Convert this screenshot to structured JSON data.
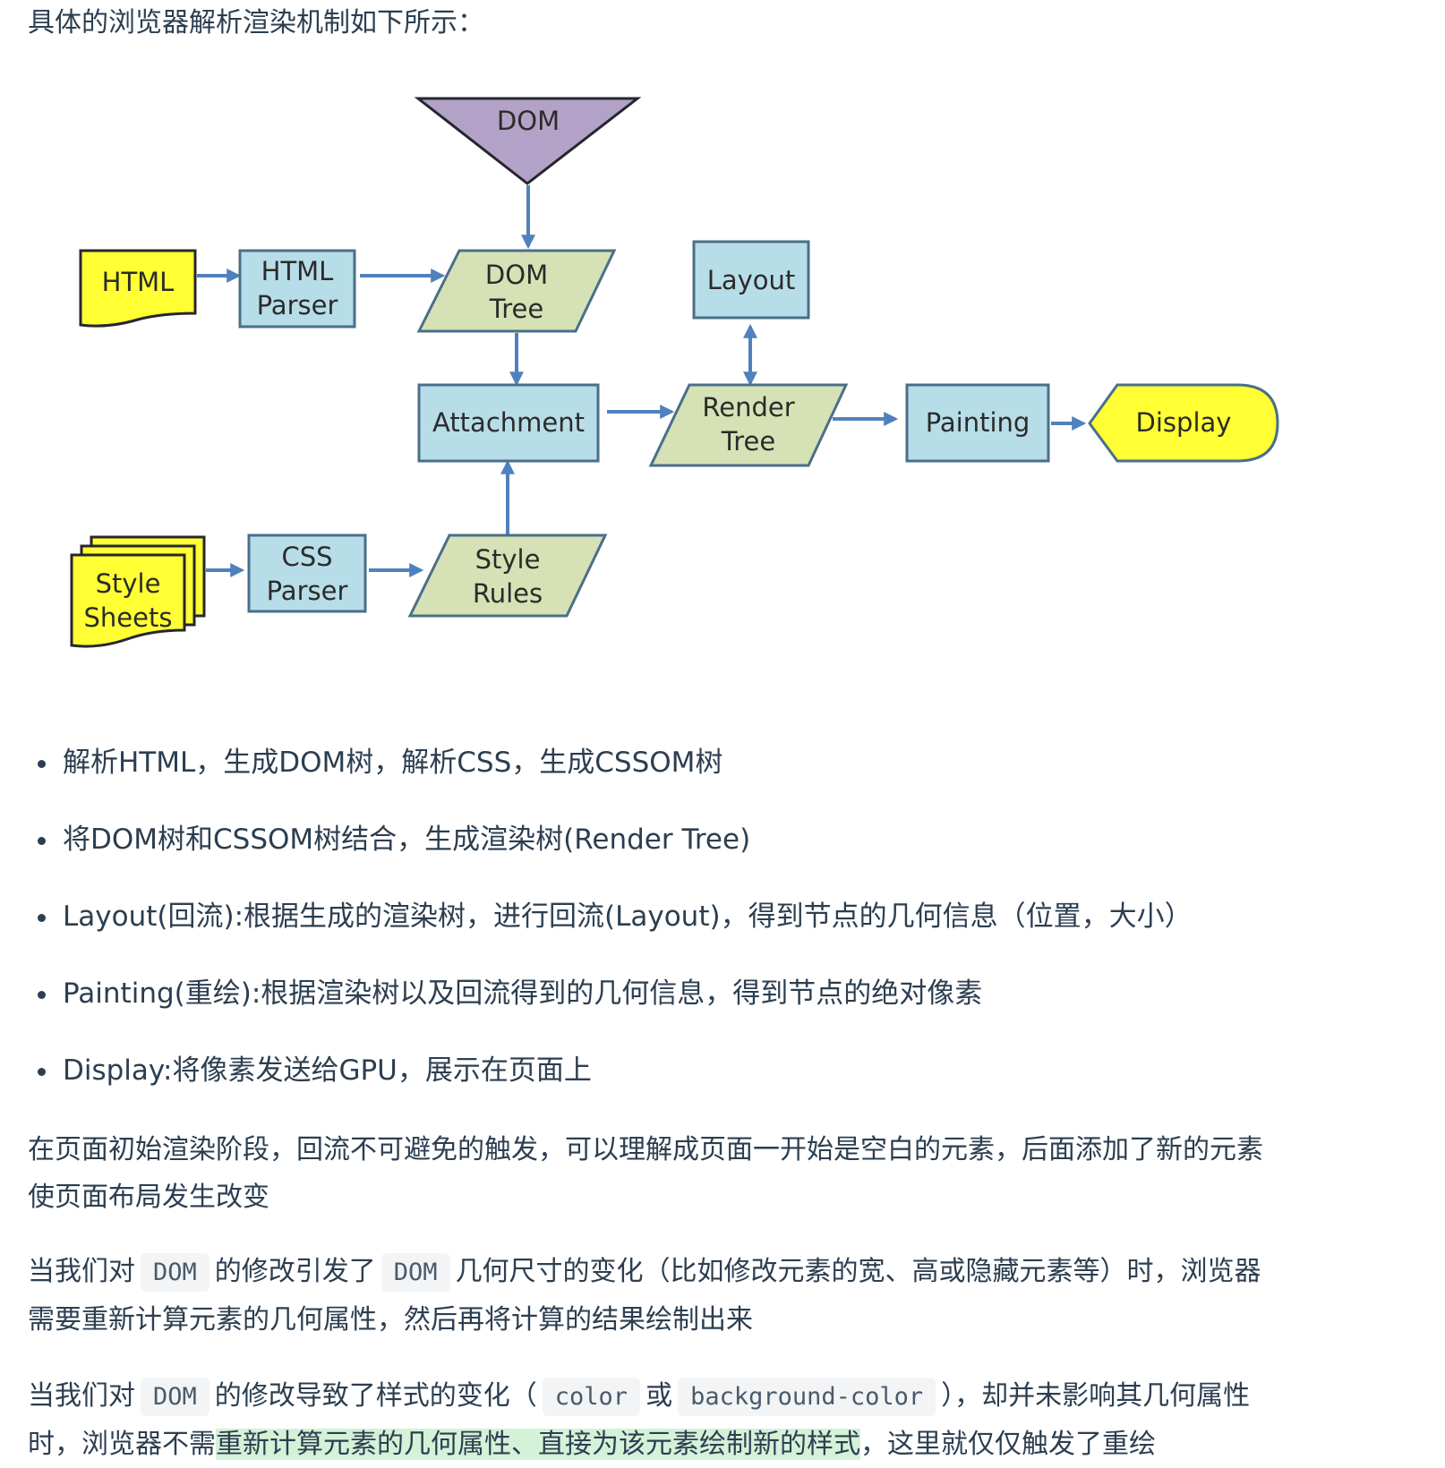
{
  "intro": "具体的浏览器解析渲染机制如下所示：",
  "diagram": {
    "nodes": {
      "dom": "DOM",
      "html_doc": "HTML",
      "html_parser": [
        "HTML",
        "Parser"
      ],
      "dom_tree": [
        "DOM",
        "Tree"
      ],
      "layout": "Layout",
      "attachment": "Attachment",
      "render_tree": [
        "Render",
        "Tree"
      ],
      "painting": "Painting",
      "display": "Display",
      "style_sheets": [
        "Style",
        "Sheets"
      ],
      "css_parser": [
        "CSS",
        "Parser"
      ],
      "style_rules": [
        "Style",
        "Rules"
      ]
    },
    "colors": {
      "arrow": "#4f81bd",
      "box_fill": "#b7dde8",
      "para_fill": "#d6e2b5",
      "doc_fill": "#ffff33",
      "dom_fill": "#b3a2c7",
      "stroke": "#4a6f8a"
    }
  },
  "bullets": [
    "解析HTML，生成DOM树，解析CSS，生成CSSOM树",
    "将DOM树和CSSOM树结合，生成渲染树(Render Tree)",
    "Layout(回流):根据生成的渲染树，进行回流(Layout)，得到节点的几何信息（位置，大小）",
    "Painting(重绘):根据渲染树以及回流得到的几何信息，得到节点的绝对像素",
    "Display:将像素发送给GPU，展示在页面上"
  ],
  "para1": {
    "line1": "在页面初始渲染阶段，回流不可避免的触发，可以理解成页面一开始是空白的元素，后面添加了新的元素",
    "line2": "使页面布局发生改变"
  },
  "para2": {
    "t1": "当我们对",
    "c1": "DOM",
    "t2": "的修改引发了",
    "c2": "DOM",
    "t3": "几何尺寸的变化（比如修改元素的宽、高或隐藏元素等）时，浏览器",
    "line2": "需要重新计算元素的几何属性，然后再将计算的结果绘制出来"
  },
  "para3": {
    "t1": "当我们对",
    "c1": "DOM",
    "t2": "的修改导致了样式的变化（",
    "c2": "color",
    "t3": "或",
    "c3": "background-color",
    "t4": "），却并未影响其几何属性",
    "l2a": "时，浏览器不需",
    "l2hl": "重新计算元素的几何属性、直接为该元素绘制新的样式",
    "l2b": "，这里就仅仅触发了重绘"
  }
}
